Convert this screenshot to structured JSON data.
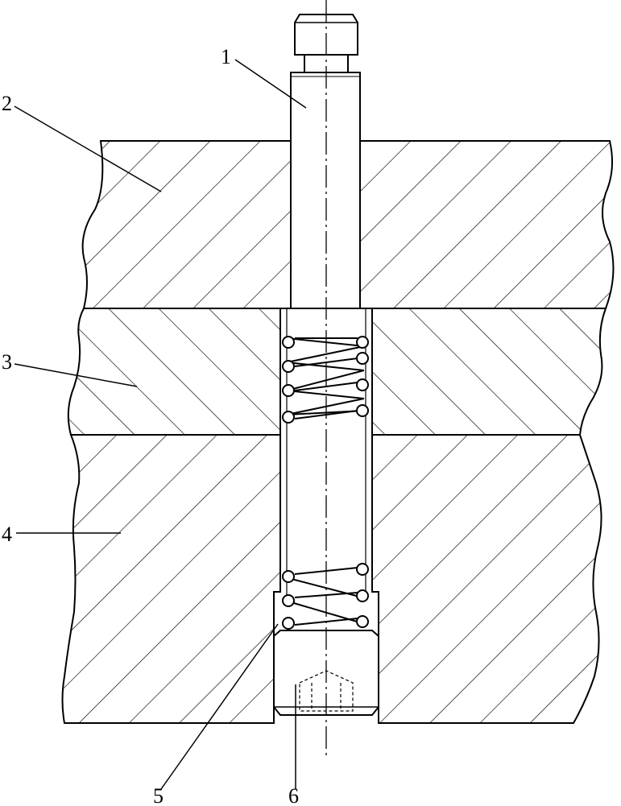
{
  "labels": {
    "part_1": "1",
    "part_2": "2",
    "part_3": "3",
    "part_4": "4",
    "part_5": "5",
    "part_6": "6"
  },
  "colors": {
    "line": "#000000",
    "background": "#ffffff"
  }
}
